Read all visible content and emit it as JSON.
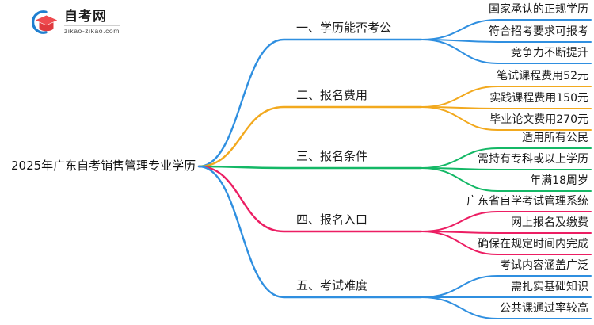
{
  "logo": {
    "name_cn": "自考网",
    "domain": "zikao-zikao.com",
    "mark_icon": "graduation-cap-icon",
    "arc_color": "#1f7fd0",
    "cap_color": "#e03a3f"
  },
  "mindmap": {
    "root": {
      "label": "2025年广东自考销售管理专业学历"
    },
    "branches": [
      {
        "index": "1",
        "label": "一、学历能否考公",
        "color": "#2f8fe0",
        "leaves": [
          {
            "label": "国家承认的正规学历"
          },
          {
            "label": "符合招考要求可报考"
          },
          {
            "label": "竞争力不断提升"
          }
        ]
      },
      {
        "index": "2",
        "label": "二、报名费用",
        "color": "#f2a91e",
        "leaves": [
          {
            "label": "笔试课程费用52元"
          },
          {
            "label": "实践课程费用150元"
          },
          {
            "label": "毕业论文费用270元"
          }
        ]
      },
      {
        "index": "3",
        "label": "三、报名条件",
        "color": "#14b866",
        "leaves": [
          {
            "label": "适用所有公民"
          },
          {
            "label": "需持有专科或以上学历"
          },
          {
            "label": "年满18周岁"
          }
        ]
      },
      {
        "index": "4",
        "label": "四、报名入口",
        "color": "#ec1e63",
        "leaves": [
          {
            "label": "广东省自学考试管理系统"
          },
          {
            "label": "网上报名及缴费"
          },
          {
            "label": "确保在规定时间内完成"
          }
        ]
      },
      {
        "index": "5",
        "label": "五、考试难度",
        "color": "#2f8fe0",
        "leaves": [
          {
            "label": "考试内容涵盖广泛"
          },
          {
            "label": "需扎实基础知识"
          },
          {
            "label": "公共课通过率较高"
          }
        ]
      }
    ]
  }
}
